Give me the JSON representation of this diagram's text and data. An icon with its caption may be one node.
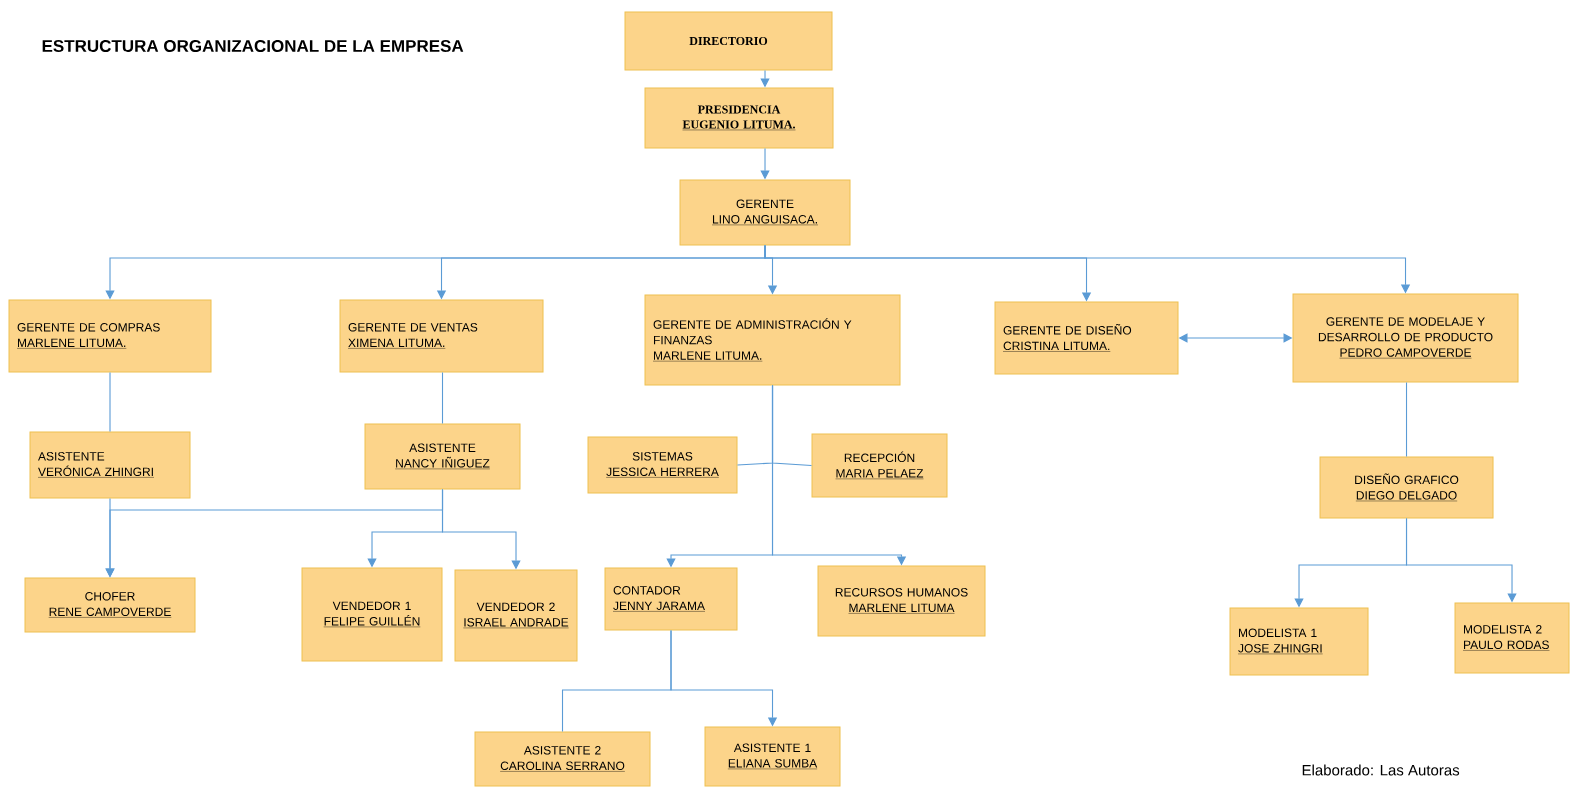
{
  "diagram": {
    "title": "ESTRUCTURA ORGANIZACIONAL DE LA EMPRESA",
    "nodes": [
      {
        "text": [
          "DIRECTORIO"
        ]
      },
      {
        "text": [
          "PRESIDENCIA",
          "EUGENIO LITUMA."
        ]
      },
      {
        "text": [
          "GERENTE",
          "LINO ANGUISACA."
        ]
      },
      {
        "text": [
          "GERENTE DE COMPRAS",
          "MARLENE LITUMA."
        ]
      },
      {
        "text": [
          "GERENTE DE VENTAS",
          "XIMENA LITUMA."
        ]
      },
      {
        "text": [
          "GERENTE DE ADMINISTRACIÓN Y FINANZAS",
          "MARLENE LITUMA."
        ]
      },
      {
        "text": [
          "GERENTE DE DISEÑO",
          "CRISTINA LITUMA."
        ]
      },
      {
        "text": [
          "GERENTE DE MODELAJE Y DESARROLLO DE PRODUCTO",
          "PEDRO CAMPOVERDE"
        ]
      },
      {
        "text": [
          "ASISTENTE",
          "VERÓNICA ZHINGRI"
        ]
      },
      {
        "text": [
          "ASISTENTE",
          "NANCY IÑIGUEZ"
        ]
      },
      {
        "text": [
          "SISTEMAS",
          "JESSICA HERRERA"
        ]
      },
      {
        "text": [
          "RECEPCIÓN",
          "MARIA PELAEZ"
        ]
      },
      {
        "text": [
          "DISEÑO GRAFICO",
          "DIEGO DELGADO"
        ]
      },
      {
        "text": [
          "CHOFER",
          "RENE CAMPOVERDE"
        ]
      },
      {
        "text": [
          "VENDEDOR 1",
          "FELIPE GUILLÉN"
        ]
      },
      {
        "text": [
          "VENDEDOR 2",
          "ISRAEL ANDRADE"
        ]
      },
      {
        "text": [
          "CONTADOR",
          "JENNY JARAMA"
        ]
      },
      {
        "text": [
          "RECURSOS HUMANOS",
          "MARLENE LITUMA"
        ]
      },
      {
        "text": [
          "MODELISTA 1",
          "JOSE ZHINGRI"
        ]
      },
      {
        "text": [
          "MODELISTA 2",
          "PAULO RODAS"
        ]
      },
      {
        "text": [
          "ASISTENTE 2",
          "CAROLINA SERRANO"
        ]
      },
      {
        "text": [
          "ASISTENTE 1",
          "ELIANA SUMBA"
        ]
      }
    ],
    "edges": [
      {
        "from": 0,
        "to": 1,
        "arrow": "to"
      },
      {
        "from": 1,
        "to": 2,
        "arrow": "to"
      },
      {
        "from": 2,
        "to": 3,
        "arrow": "to"
      },
      {
        "from": 2,
        "to": 4,
        "arrow": "to"
      },
      {
        "from": 2,
        "to": 5,
        "arrow": "to"
      },
      {
        "from": 2,
        "to": 6,
        "arrow": "to"
      },
      {
        "from": 2,
        "to": 7,
        "arrow": "to"
      },
      {
        "from": 6,
        "to": 7,
        "arrow": "both"
      },
      {
        "from": 3,
        "to": 8,
        "arrow": "none"
      },
      {
        "from": 4,
        "to": 9,
        "arrow": "none"
      },
      {
        "from": 8,
        "to": 13,
        "arrow": "to"
      },
      {
        "from": 9,
        "to": 13,
        "arrow": "to"
      },
      {
        "from": 9,
        "to": 14,
        "arrow": "to"
      },
      {
        "from": 9,
        "to": 15,
        "arrow": "to"
      },
      {
        "from": 5,
        "to": 10,
        "arrow": "none"
      },
      {
        "from": 5,
        "to": 11,
        "arrow": "none"
      },
      {
        "from": 5,
        "to": 16,
        "arrow": "to"
      },
      {
        "from": 5,
        "to": 17,
        "arrow": "to"
      },
      {
        "from": 16,
        "to": 20,
        "arrow": "none"
      },
      {
        "from": 16,
        "to": 21,
        "arrow": "to"
      },
      {
        "from": 7,
        "to": 12,
        "arrow": "none"
      },
      {
        "from": 12,
        "to": 18,
        "arrow": "to"
      },
      {
        "from": 12,
        "to": 19,
        "arrow": "to"
      }
    ],
    "labels": [
      "Elaborado: Las Autoras"
    ]
  }
}
